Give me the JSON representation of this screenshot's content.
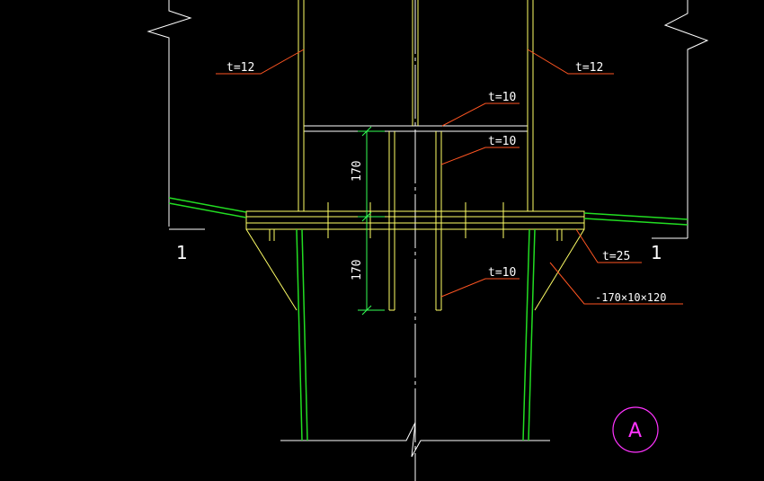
{
  "colors": {
    "background": "#000000",
    "outline": "#ffffff",
    "steel": "#ffff66",
    "concrete": "#22dd22",
    "leader": "#ff5522",
    "dimension": "#33ff55",
    "axis_bubble": "#ff33ff"
  },
  "annotations": {
    "t12_left": "t=12",
    "t12_right": "t=12",
    "t10_top": "t=10",
    "t10_mid": "t=10",
    "t10_bottom": "t=10",
    "t25": "t=25",
    "stiffener": "-170×10×120"
  },
  "dimensions": {
    "upper": "170",
    "lower": "170"
  },
  "section_marks": {
    "left": "1",
    "right": "1"
  },
  "axis_label": "A"
}
